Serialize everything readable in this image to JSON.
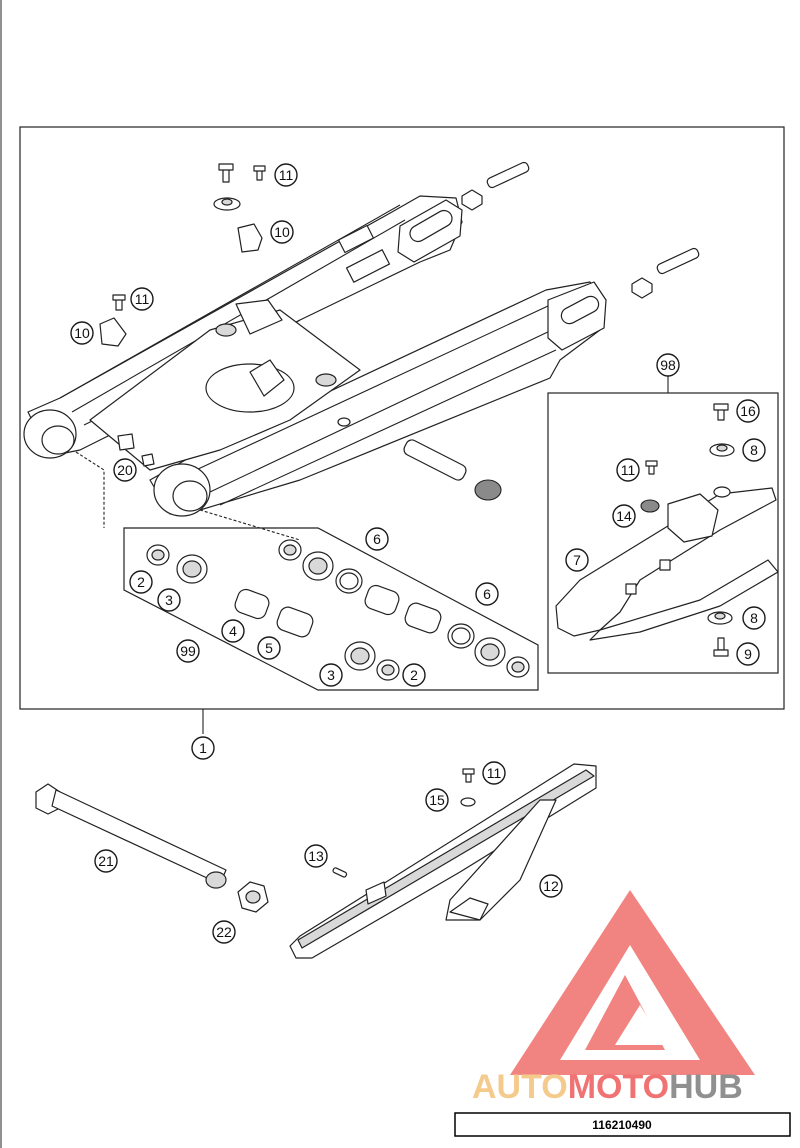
{
  "diagram": {
    "reference_number": "116210490",
    "watermark": {
      "text_parts": [
        "AUTO",
        "MOTO",
        "HUB"
      ],
      "colors": {
        "auto": "#f4c27a",
        "moto": "#ee5a5a",
        "hub": "#7d7d7d",
        "triangle": "#ef6f6a"
      }
    },
    "callouts": {
      "c1": "1",
      "c2a": "2",
      "c2b": "2",
      "c3a": "3",
      "c3b": "3",
      "c4": "4",
      "c5": "5",
      "c6a": "6",
      "c6b": "6",
      "c7": "7",
      "c8a": "8",
      "c8b": "8",
      "c9": "9",
      "c10a": "10",
      "c10b": "10",
      "c11a": "11",
      "c11b": "11",
      "c11c": "11",
      "c11d": "11",
      "c12": "12",
      "c13": "13",
      "c14": "14",
      "c15": "15",
      "c16": "16",
      "c20": "20",
      "c21": "21",
      "c22": "22",
      "c98": "98",
      "c99": "99"
    }
  }
}
